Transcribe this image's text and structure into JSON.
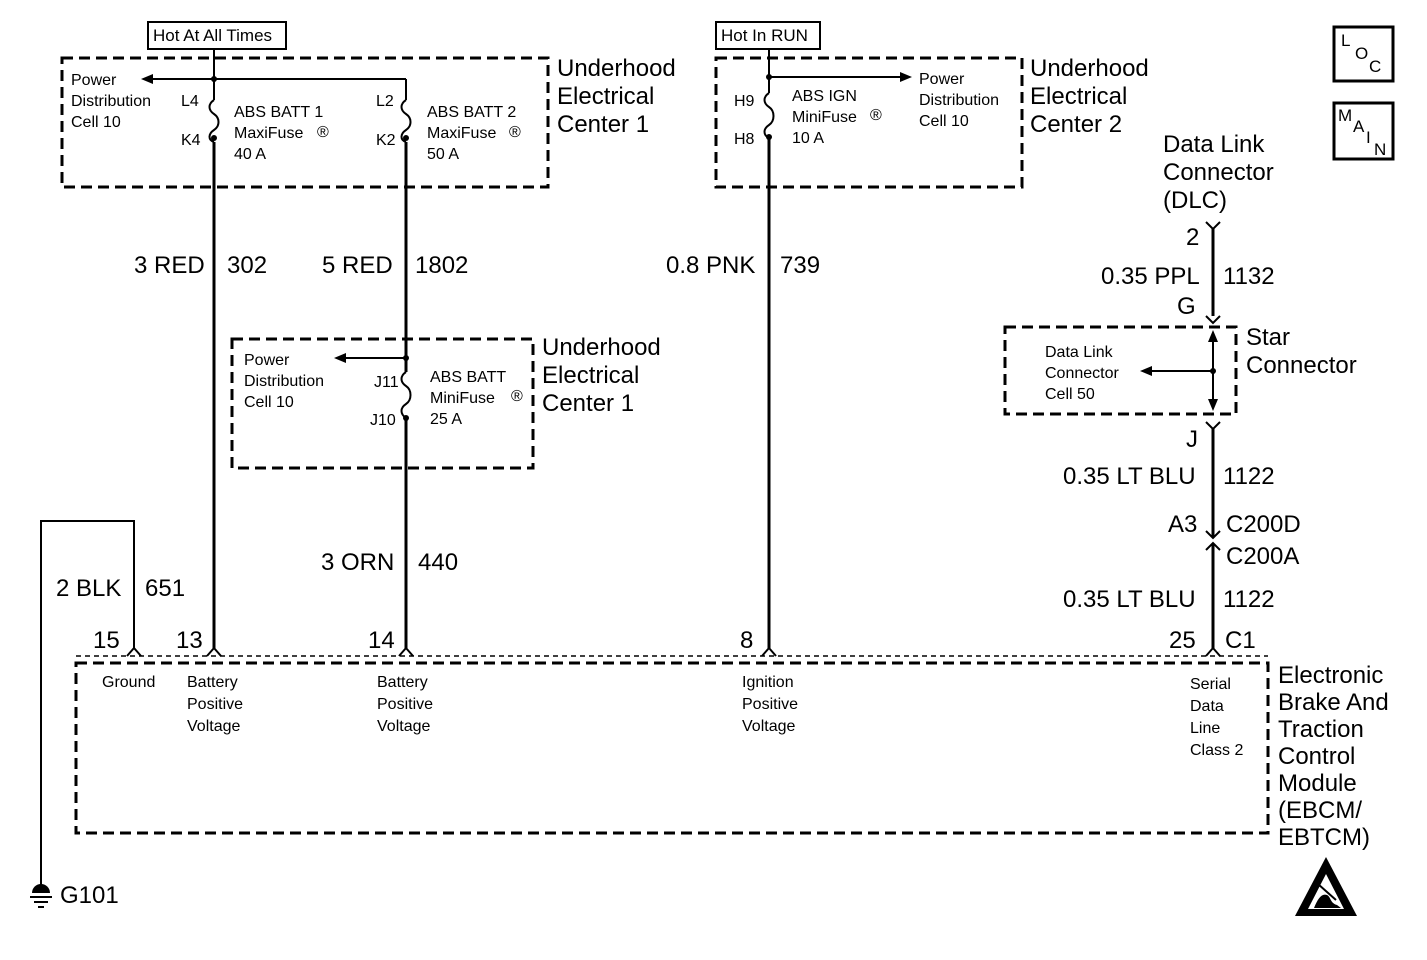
{
  "hot_labels": {
    "always": "Hot At All Times",
    "run": "Hot In RUN"
  },
  "uec1_top": {
    "title": [
      "Underhood",
      "Electrical",
      "Center 1"
    ],
    "pd": [
      "Power",
      "Distribution",
      "Cell 10"
    ],
    "fuse1": {
      "name": "ABS BATT 1",
      "type": "MaxiFuse",
      "rating": "40 A",
      "pin_in": "L4",
      "pin_out": "K4"
    },
    "fuse2": {
      "name": "ABS BATT 2",
      "type": "MaxiFuse",
      "rating": "50 A",
      "pin_in": "L2",
      "pin_out": "K2"
    }
  },
  "uec2": {
    "title": [
      "Underhood",
      "Electrical",
      "Center 2"
    ],
    "pd": [
      "Power",
      "Distribution",
      "Cell 10"
    ],
    "fuse": {
      "name": "ABS IGN",
      "type": "MiniFuse",
      "rating": "10 A",
      "pin_in": "H9",
      "pin_out": "H8"
    }
  },
  "uec1_mid": {
    "title": [
      "Underhood",
      "Electrical",
      "Center 1"
    ],
    "pd": [
      "Power",
      "Distribution",
      "Cell 10"
    ],
    "fuse": {
      "name": "ABS BATT",
      "type": "MiniFuse",
      "rating": "25 A",
      "pin_in": "J11",
      "pin_out": "J10"
    }
  },
  "registered_mark": "®",
  "wires": {
    "w302": {
      "color": "3 RED",
      "circuit": "302"
    },
    "w1802": {
      "color": "5 RED",
      "circuit": "1802"
    },
    "w739": {
      "color": "0.8 PNK",
      "circuit": "739"
    },
    "w440": {
      "color": "3 ORN",
      "circuit": "440"
    },
    "w651": {
      "color": "2 BLK",
      "circuit": "651"
    },
    "w1132": {
      "color": "0.35 PPL",
      "circuit": "1132"
    },
    "w1122a": {
      "color": "0.35 LT BLU",
      "circuit": "1122"
    },
    "w1122b": {
      "color": "0.35 LT BLU",
      "circuit": "1122"
    }
  },
  "dlc": {
    "title": [
      "Data Link",
      "Connector",
      "(DLC)"
    ],
    "pin": "2"
  },
  "star": {
    "title": [
      "Star",
      "Connector"
    ],
    "pin_top": "G",
    "pin_bottom": "J",
    "cell": [
      "Data Link",
      "Connector",
      "Cell 50"
    ]
  },
  "inline_connector": {
    "pin": "A3",
    "top": "C200D",
    "bottom": "C200A"
  },
  "module": {
    "title": [
      "Electronic",
      "Brake And",
      "Traction",
      "Control",
      "Module",
      "(EBCM/",
      "EBTCM)"
    ],
    "connector": "C1",
    "pins": [
      {
        "num": "15",
        "desc": [
          "Ground"
        ]
      },
      {
        "num": "13",
        "desc": [
          "Battery",
          "Positive",
          "Voltage"
        ]
      },
      {
        "num": "14",
        "desc": [
          "Battery",
          "Positive",
          "Voltage"
        ]
      },
      {
        "num": "8",
        "desc": [
          "Ignition",
          "Positive",
          "Voltage"
        ]
      },
      {
        "num": "25",
        "desc": [
          "Serial",
          "Data",
          "Line",
          "Class 2"
        ]
      }
    ]
  },
  "ground": {
    "label": "G101"
  },
  "nav": {
    "loc": [
      "L",
      "O",
      "C"
    ],
    "main": [
      "M",
      "A",
      "I",
      "N"
    ]
  }
}
